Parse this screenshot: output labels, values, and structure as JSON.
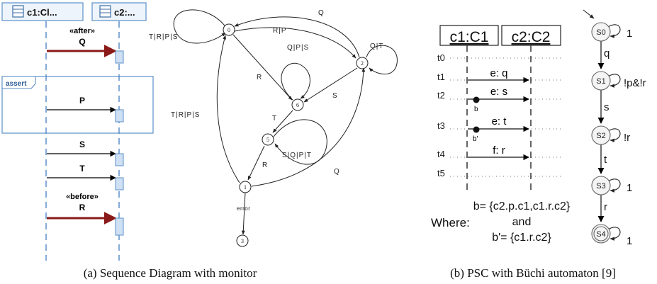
{
  "sequence_diagram": {
    "lifelines": [
      {
        "label": "c1:Cl...",
        "icon": "class-icon"
      },
      {
        "label": "c2:...",
        "icon": "class-icon"
      }
    ],
    "messages": [
      {
        "stereotype": "«after»",
        "label": "Q",
        "color": "#8b1a1a"
      },
      {
        "label": "P",
        "color": "#000000"
      },
      {
        "label": "S",
        "color": "#000000"
      },
      {
        "label": "T",
        "color": "#000000"
      },
      {
        "stereotype": "«before»",
        "label": "R",
        "color": "#8b1a1a"
      }
    ],
    "fragment_label": "assert"
  },
  "monitor_automaton": {
    "states": [
      "0",
      "2",
      "6",
      "5",
      "1",
      "3"
    ],
    "transitions": [
      {
        "from": "0",
        "to": "0",
        "label": "T|R|P|S"
      },
      {
        "from": "2",
        "to": "0",
        "label": "Q"
      },
      {
        "from": "0",
        "to": "2",
        "label": "R|P"
      },
      {
        "from": "2",
        "to": "2",
        "label": "Q|T"
      },
      {
        "from": "0",
        "to": "6",
        "label": "R"
      },
      {
        "from": "6",
        "to": "6",
        "label": "Q|P|S"
      },
      {
        "from": "2",
        "to": "6",
        "label": "S"
      },
      {
        "from": "6",
        "to": "5",
        "label": "T"
      },
      {
        "from": "5",
        "to": "5",
        "label": "S|Q|P|T"
      },
      {
        "from": "1",
        "to": "0",
        "label": "T|R|P|S"
      },
      {
        "from": "5",
        "to": "1",
        "label": "R"
      },
      {
        "from": "1",
        "to": "2",
        "label": "Q"
      },
      {
        "from": "1",
        "to": "3",
        "label": "error"
      }
    ]
  },
  "psc": {
    "lifelines": [
      "c1:C1",
      "c2:C2"
    ],
    "times": [
      "t0",
      "t1",
      "t2",
      "t3",
      "t4",
      "t5"
    ],
    "messages": [
      {
        "label": "e: q"
      },
      {
        "label": "e: s",
        "constraint": "b"
      },
      {
        "label": "e: t",
        "constraint": "b'"
      },
      {
        "label": "f: r"
      }
    ],
    "where_label": "Where:",
    "where_b": "b= {c2.p.c1,c1.r.c2}",
    "where_and": "and",
    "where_b2": "b'= {c1.r.c2}"
  },
  "buchi_automaton": {
    "states": [
      "S0",
      "S1",
      "S2",
      "S3",
      "S4"
    ],
    "self_loops": [
      "1",
      "!p&!r",
      "!r",
      "1",
      "1"
    ],
    "edges": [
      "q",
      "s",
      "t",
      "r"
    ],
    "accepting_state": "S4"
  },
  "captions": {
    "a": "(a) Sequence Diagram with monitor",
    "b": "(b) PSC with Büchi automaton [9]"
  }
}
